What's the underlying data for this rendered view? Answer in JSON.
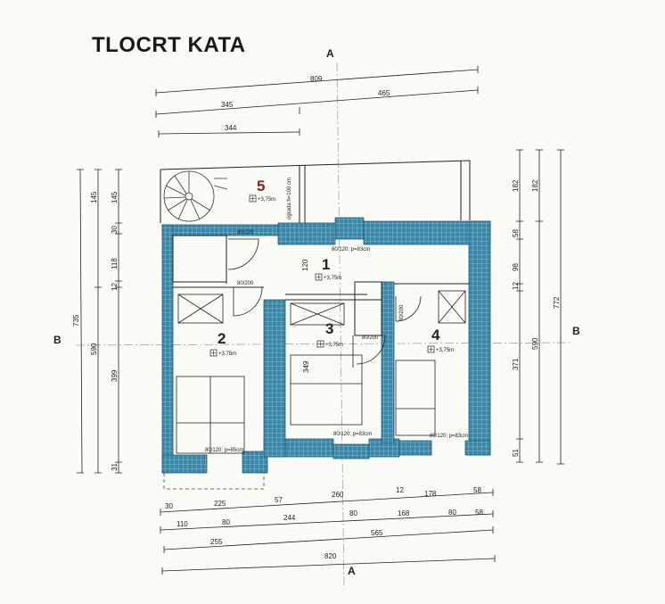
{
  "title": "TLOCRT KATA",
  "section_marks": {
    "a_top": "A",
    "a_bottom": "A",
    "b_left": "B",
    "b_right": "B"
  },
  "dims_top": {
    "total": "809",
    "left": "345",
    "right": "465",
    "stair": "344"
  },
  "dims_left": {
    "d145a": "145",
    "d145b": "145",
    "d30": "30",
    "d118": "118",
    "d12": "12",
    "d399": "399",
    "d31": "31",
    "d735": "735",
    "d590": "590"
  },
  "dims_right": {
    "d182a": "182",
    "d182b": "182",
    "d58": "58",
    "d98": "98",
    "d12": "12",
    "d371": "371",
    "d51": "51",
    "d590": "590",
    "d772": "772"
  },
  "dims_bottom": {
    "row1": [
      "30",
      "225",
      "57",
      "260",
      "12",
      "178",
      "58"
    ],
    "row2": [
      "110",
      "80",
      "244",
      "80",
      "168",
      "80",
      "58"
    ],
    "row3": [
      "255",
      "565"
    ],
    "row4": "820"
  },
  "rooms": [
    {
      "num": "5",
      "level": "+3,75m"
    },
    {
      "num": "1",
      "level": "+3,75m"
    },
    {
      "num": "2",
      "level": "+3,75m"
    },
    {
      "num": "3",
      "level": "+3,75m"
    },
    {
      "num": "4",
      "level": "+3,75m"
    }
  ],
  "openings": {
    "d80_220": "80/220",
    "d80_200a": "80/200",
    "d80_200b": "80/200",
    "d80_200c": "80/200",
    "w_top": "80/120; p=83cm",
    "w_room2": "80/120; p=85cm",
    "w_room3": "80/120; p=83cm",
    "w_room4": "80/120; p=83cm",
    "h120": "120",
    "h349": "349",
    "railing": "ograda h=100 cm"
  },
  "colors": {
    "wall": "#3a86a6",
    "line": "#222222",
    "accent": "#8b1a1a"
  }
}
